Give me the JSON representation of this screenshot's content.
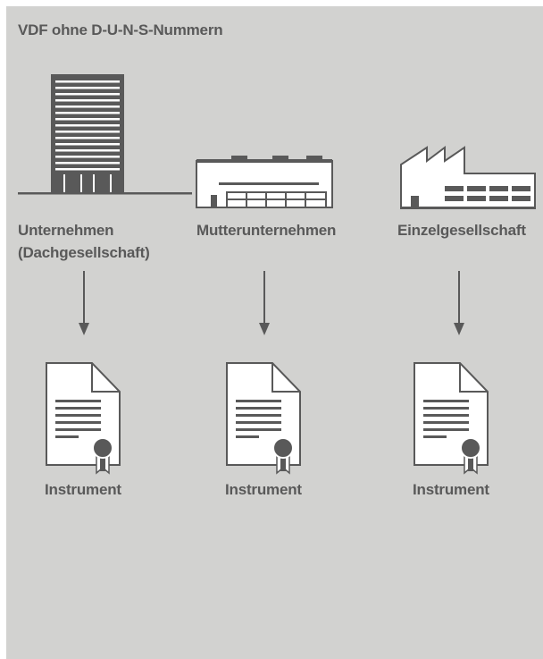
{
  "title": "VDF ohne D-U-N-S-Nummern",
  "entities": [
    {
      "label_line1": "Unternehmen",
      "label_line2": "(Dachgesellschaft)",
      "icon": "office-tower-icon"
    },
    {
      "label_line1": "Mutterunternehmen",
      "icon": "warehouse-icon"
    },
    {
      "label_line1": "Einzelgesellschaft",
      "icon": "factory-icon"
    }
  ],
  "documents": [
    {
      "label": "Instrument",
      "icon": "certificate-document-icon"
    },
    {
      "label": "Instrument",
      "icon": "certificate-document-icon"
    },
    {
      "label": "Instrument",
      "icon": "certificate-document-icon"
    }
  ],
  "colors": {
    "panel": "#d2d2d0",
    "ink": "#595959",
    "paper": "#ffffff"
  }
}
